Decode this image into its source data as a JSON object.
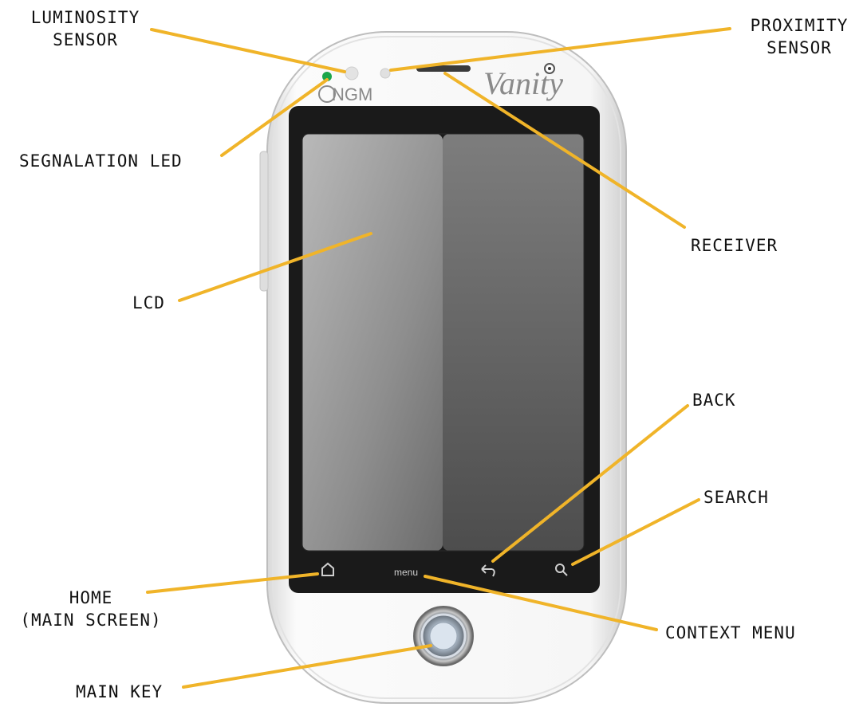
{
  "colors": {
    "leader_line": "#f0b429",
    "led": "#1aa64b",
    "screen_dark": "#1a1a1a",
    "body": "#f4f4f4"
  },
  "device": {
    "brand": "NGM",
    "model": "Vanity",
    "menu_key": "menu",
    "home_icon": "home-icon",
    "back_icon": "back-arrow-icon",
    "search_icon": "search-icon"
  },
  "labels": {
    "luminosity_sensor": {
      "line1": "LUMINOSITY",
      "line2": "SENSOR"
    },
    "proximity_sensor": {
      "line1": "PROXIMITY",
      "line2": "SENSOR"
    },
    "segnalation_led": "SEGNALATION LED",
    "receiver": "RECEIVER",
    "lcd": "LCD",
    "back": "BACK",
    "search": "SEARCH",
    "home": {
      "line1": "HOME",
      "line2": "(MAIN SCREEN)"
    },
    "context_menu": "CONTEXT MENU",
    "main_key": "MAIN KEY"
  }
}
